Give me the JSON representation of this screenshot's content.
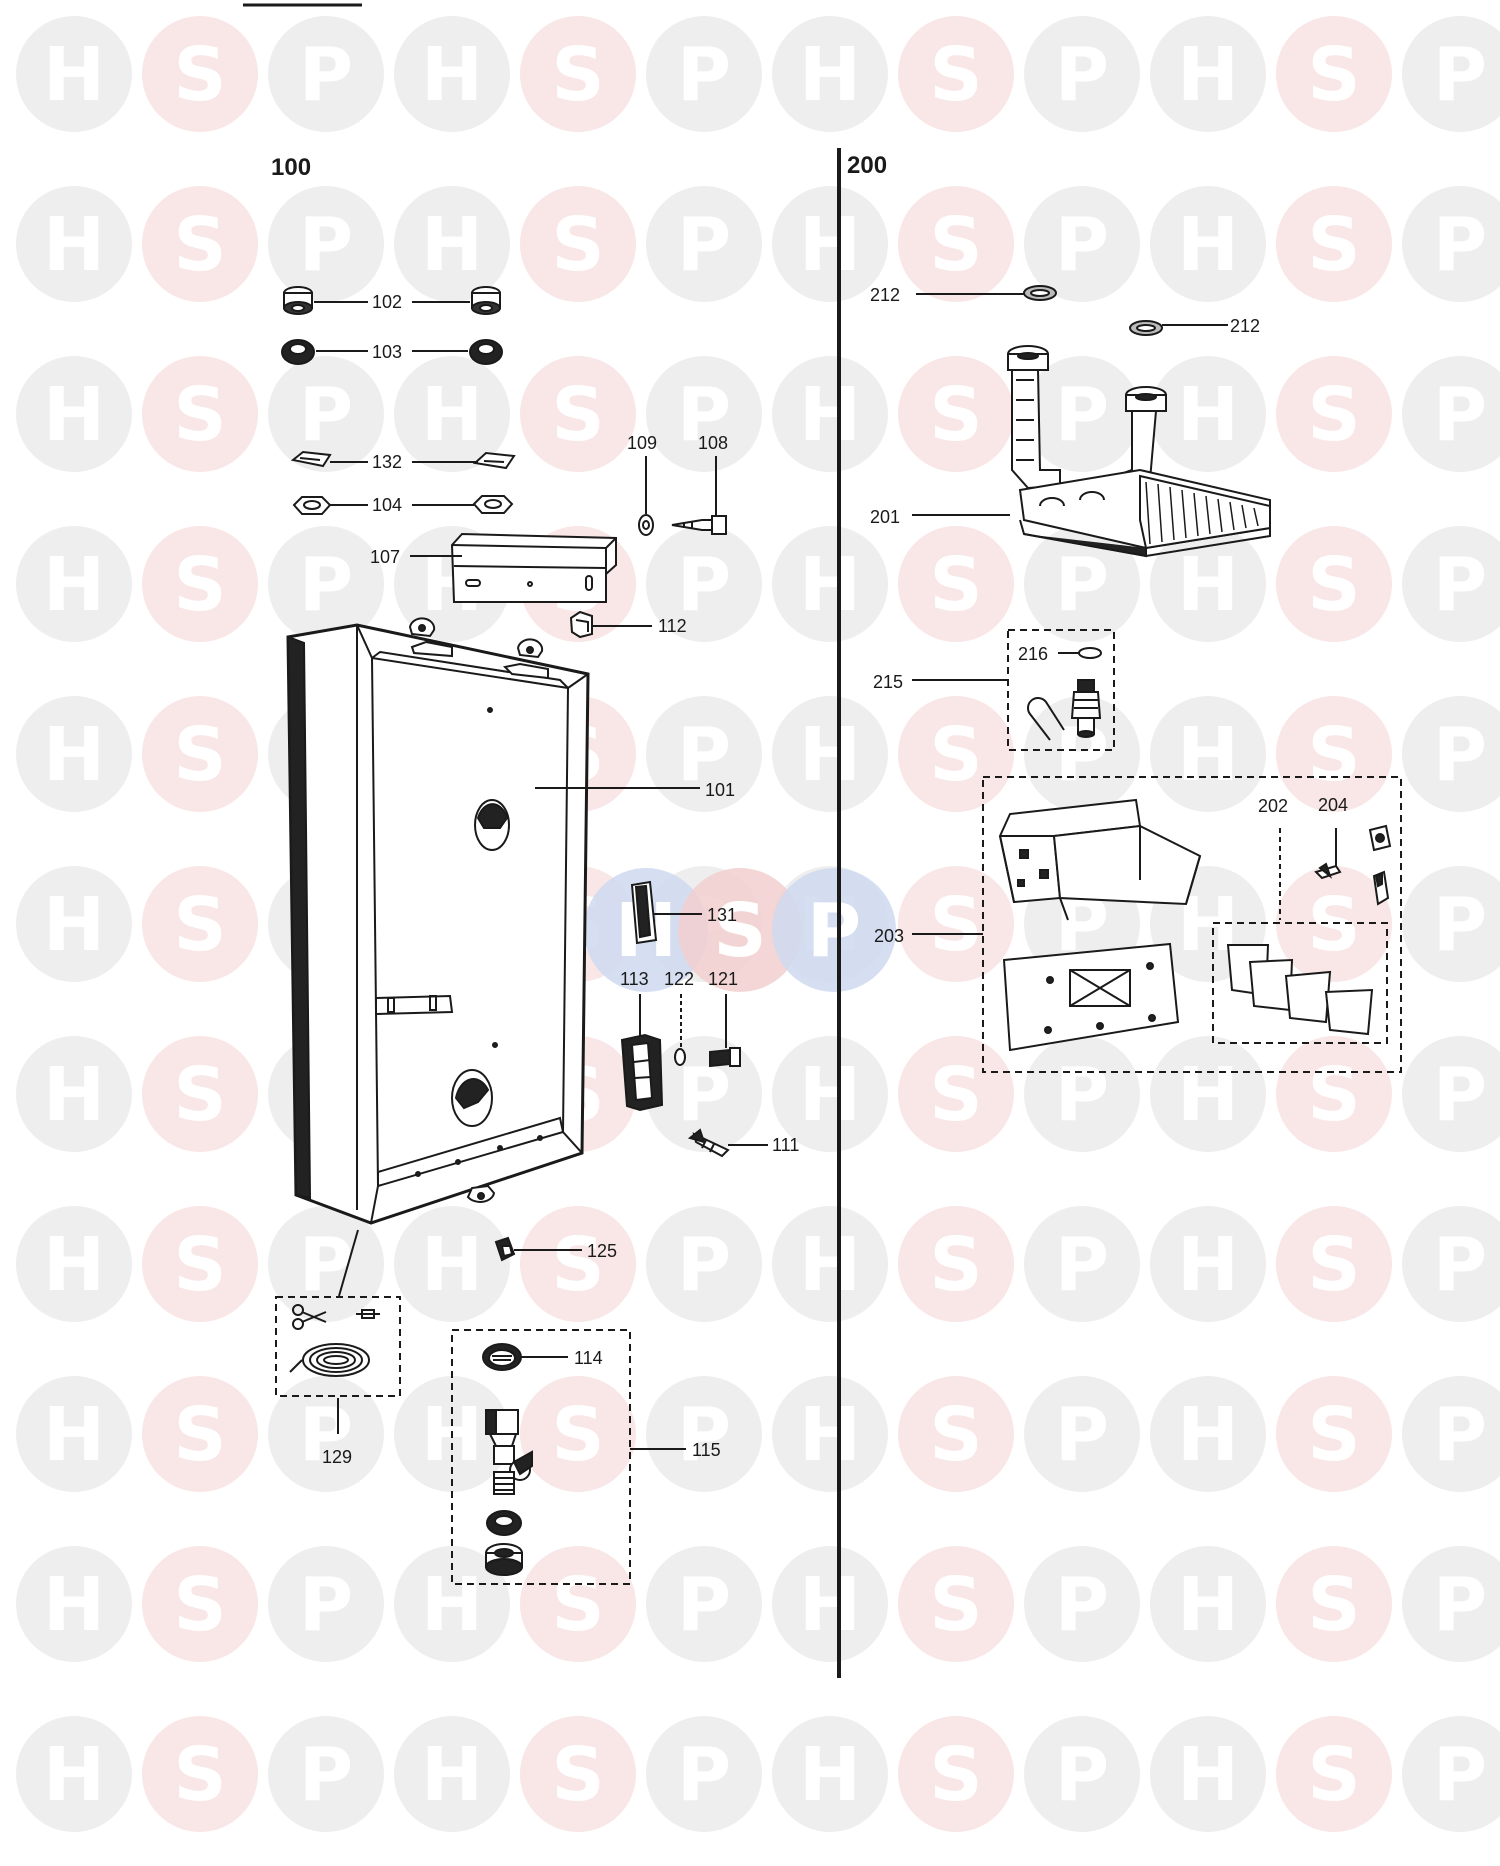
{
  "watermark": {
    "letters": [
      "H",
      "S",
      "P"
    ],
    "circle_color": "#e8e8e8",
    "accent_circle_color": "#f7dede",
    "center_logo_colors": [
      "#cfd9f0",
      "#f2cfcf",
      "#cfd9f0"
    ]
  },
  "sections": {
    "left": {
      "number": "100"
    },
    "right": {
      "number": "200"
    }
  },
  "callouts": {
    "c102": "102",
    "c103": "103",
    "c132": "132",
    "c104": "104",
    "c107": "107",
    "c109": "109",
    "c108": "108",
    "c112": "112",
    "c101": "101",
    "c131": "131",
    "c113": "113",
    "c122": "122",
    "c121": "121",
    "c111": "111",
    "c125": "125",
    "c129": "129",
    "c114": "114",
    "c115": "115",
    "c212a": "212",
    "c212b": "212",
    "c201": "201",
    "c216": "216",
    "c215": "215",
    "c202": "202",
    "c204": "204",
    "c203": "203"
  },
  "colors": {
    "ink": "#1a1a1a"
  }
}
